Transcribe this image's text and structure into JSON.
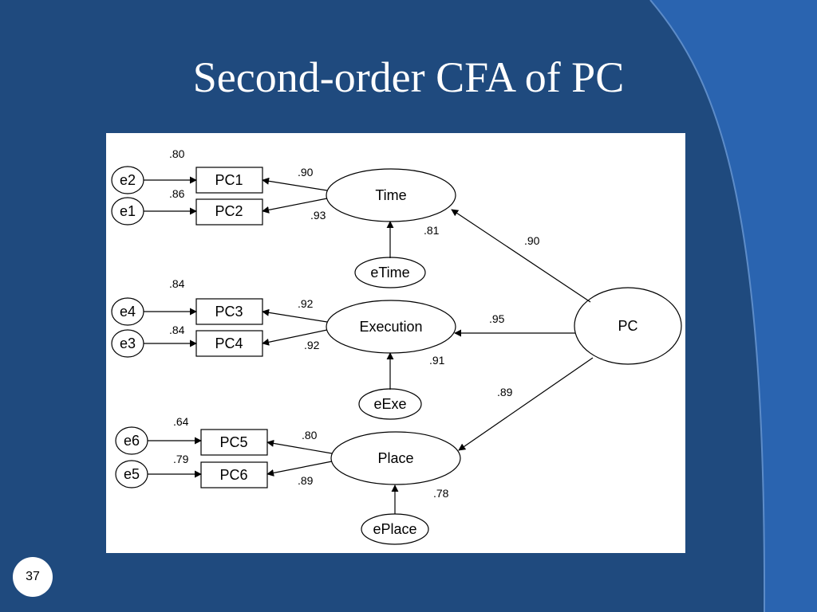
{
  "slide": {
    "title": "Second-order CFA of PC",
    "page_number": "37",
    "colors": {
      "background": "#1f4a7e",
      "accent_band": "#2a64b0",
      "panel": "#ffffff"
    }
  },
  "diagram": {
    "latent_second_order": "PC",
    "factors": [
      "Time",
      "Execution",
      "Place"
    ],
    "indicators": [
      "PC1",
      "PC2",
      "PC3",
      "PC4",
      "PC5",
      "PC6"
    ],
    "measurement_errors": [
      "e2",
      "e1",
      "e4",
      "e3",
      "e6",
      "e5"
    ],
    "disturbances": [
      "eTime",
      "eExe",
      "ePlace"
    ],
    "loadings": {
      "time_pc1": ".90",
      "time_pc2": ".93",
      "exec_pc3": ".92",
      "exec_pc4": ".92",
      "place_pc5": ".80",
      "place_pc6": ".89"
    },
    "r2_indicators": {
      "pc1": ".80",
      "pc2": ".86",
      "pc3": ".84",
      "pc4": ".84",
      "pc5": ".64",
      "pc6": ".79"
    },
    "structural": {
      "pc_time": ".90",
      "pc_exec": ".95",
      "pc_place": ".89"
    },
    "r2_factors": {
      "time": ".81",
      "exec": ".91",
      "place": ".78"
    }
  }
}
